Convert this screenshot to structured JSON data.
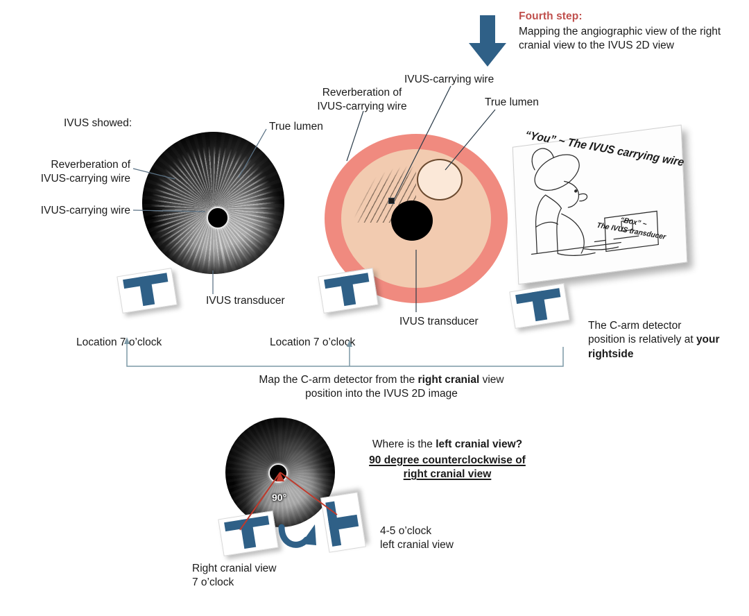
{
  "header": {
    "step_title": "Fourth step:",
    "step_description": "Mapping the angiographic view of the right cranial view to the IVUS 2D view",
    "arrow_icon": "down-arrow-icon",
    "accent_color": "#c0504d",
    "arrow_color": "#2f6087"
  },
  "left_panel": {
    "intro": "IVUS showed:",
    "labels": {
      "true_lumen": "True lumen",
      "reverberation": "Reverberation of\nIVUS-carrying wire",
      "carrying_wire": "IVUS-carrying wire",
      "transducer": "IVUS transducer",
      "location": "Location 7 o’clock"
    }
  },
  "center_panel": {
    "labels": {
      "carrying_wire": "IVUS-carrying wire",
      "true_lumen": "True lumen",
      "reverberation": "Reverberation of\nIVUS-carrying wire",
      "transducer": "IVUS transducer",
      "location": "Location 7 o’clock"
    },
    "colors": {
      "vessel_wall": "#f08a7f",
      "vessel_interior": "#f2cbb0",
      "true_lumen_fill": "#fbe8d8",
      "true_lumen_stroke": "#6b4a2f",
      "transducer": "#000000"
    }
  },
  "right_panel": {
    "sketch_label_you": "“You” ~ The IVUS carrying wire",
    "sketch_label_box": "“Box” ~\nThe IVUS transducer",
    "note": "The C-arm detector position is relatively at ",
    "note_bold": "your rightside"
  },
  "connector": {
    "caption_line1_pre": "Map the C-arm detector from the ",
    "caption_line1_bold": "right cranial",
    "caption_line1_post": " view",
    "caption_line2": "position into the IVUS 2D image"
  },
  "bottom_panel": {
    "question_pre": "Where is the ",
    "question_bold": "left cranial view?",
    "answer": "90 degree counterclockwise of right cranial view",
    "angle": "90°",
    "rotation_arrow_icon": "counterclockwise-rotation-arrow-icon",
    "right_view_label": "Right cranial view\n7 o’clock",
    "left_view_label": "4-5 o’clock\nleft cranial view",
    "angle_color": "#c0392b"
  }
}
